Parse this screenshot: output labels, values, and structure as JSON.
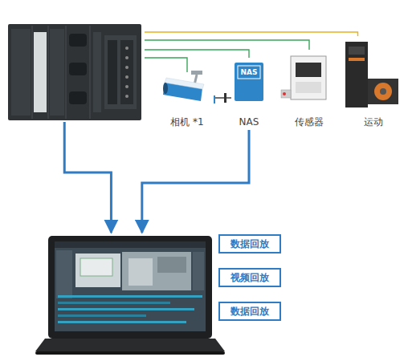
{
  "diagram": {
    "nodes": [
      {
        "text": []
      },
      {
        "text": [
          "相机 *1"
        ]
      },
      {
        "text": [
          "NAS",
          "NAS"
        ]
      },
      {
        "text": [
          "传感器"
        ]
      },
      {
        "text": [
          "运动"
        ]
      },
      {
        "text": []
      },
      {
        "text": [
          "数据回放"
        ]
      },
      {
        "text": [
          "视频回放"
        ]
      },
      {
        "text": [
          "数据回放"
        ]
      }
    ],
    "edges": [
      {
        "from": 0,
        "to": 1,
        "arrow": "none"
      },
      {
        "from": 0,
        "to": 2,
        "arrow": "none"
      },
      {
        "from": 0,
        "to": 3,
        "arrow": "none"
      },
      {
        "from": 0,
        "to": 4,
        "arrow": "none"
      },
      {
        "from": 1,
        "to": 2,
        "arrow": "none"
      },
      {
        "from": 0,
        "to": 5,
        "arrow": "to"
      },
      {
        "from": 2,
        "to": 5,
        "arrow": "to"
      }
    ]
  }
}
